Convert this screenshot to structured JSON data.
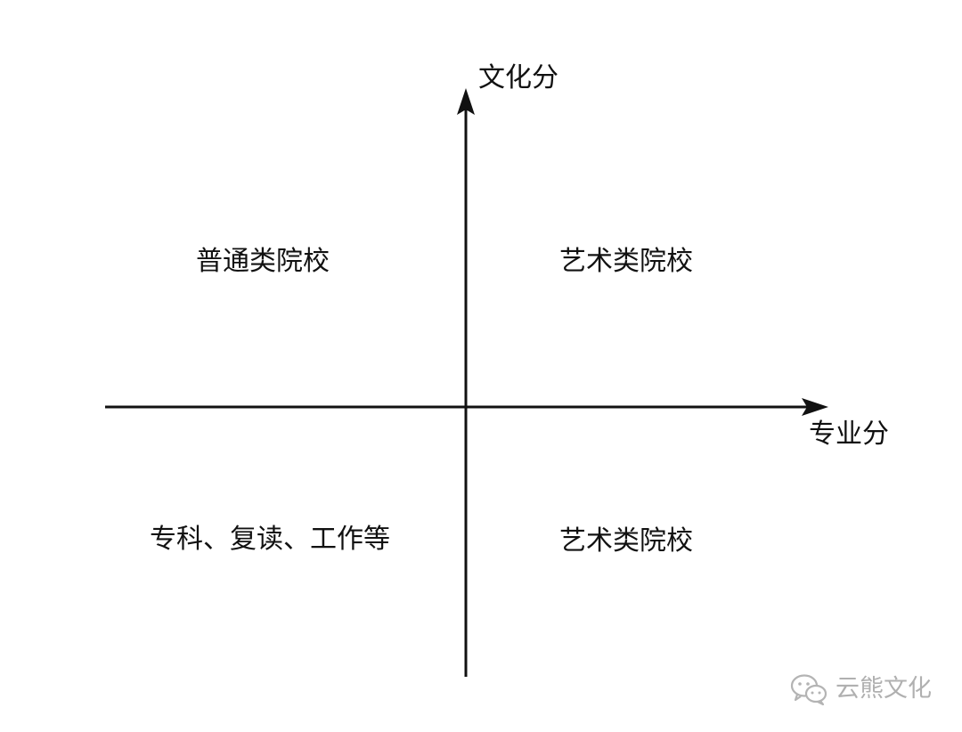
{
  "diagram": {
    "y_axis_label": "文化分",
    "x_axis_label": "专业分",
    "quadrants": {
      "top_left": "普通类院校",
      "top_right": "艺术类院校",
      "bottom_left": "专科、复读、工作等",
      "bottom_right": "艺术类院校"
    },
    "line_color": "#111111"
  },
  "watermark": {
    "text": "云熊文化",
    "icon": "wechat-icon",
    "color": "#b0b0b0"
  }
}
